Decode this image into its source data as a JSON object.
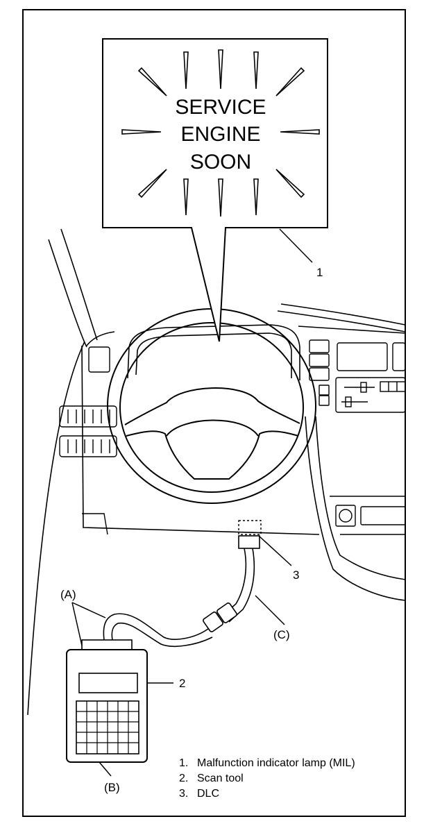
{
  "mil_display": {
    "lines": [
      "SERVICE",
      "ENGINE",
      "SOON"
    ]
  },
  "callouts": {
    "mil": "1",
    "scan_tool": "2",
    "dlc": "3",
    "connector_a": "(A)",
    "port_b": "(B)",
    "cable_c": "(C)"
  },
  "legend": [
    {
      "num": "1.",
      "text": "Malfunction indicator lamp (MIL)"
    },
    {
      "num": "2.",
      "text": "Scan tool"
    },
    {
      "num": "3.",
      "text": "DLC"
    }
  ],
  "colors": {
    "line": "#000000",
    "background": "#ffffff"
  }
}
